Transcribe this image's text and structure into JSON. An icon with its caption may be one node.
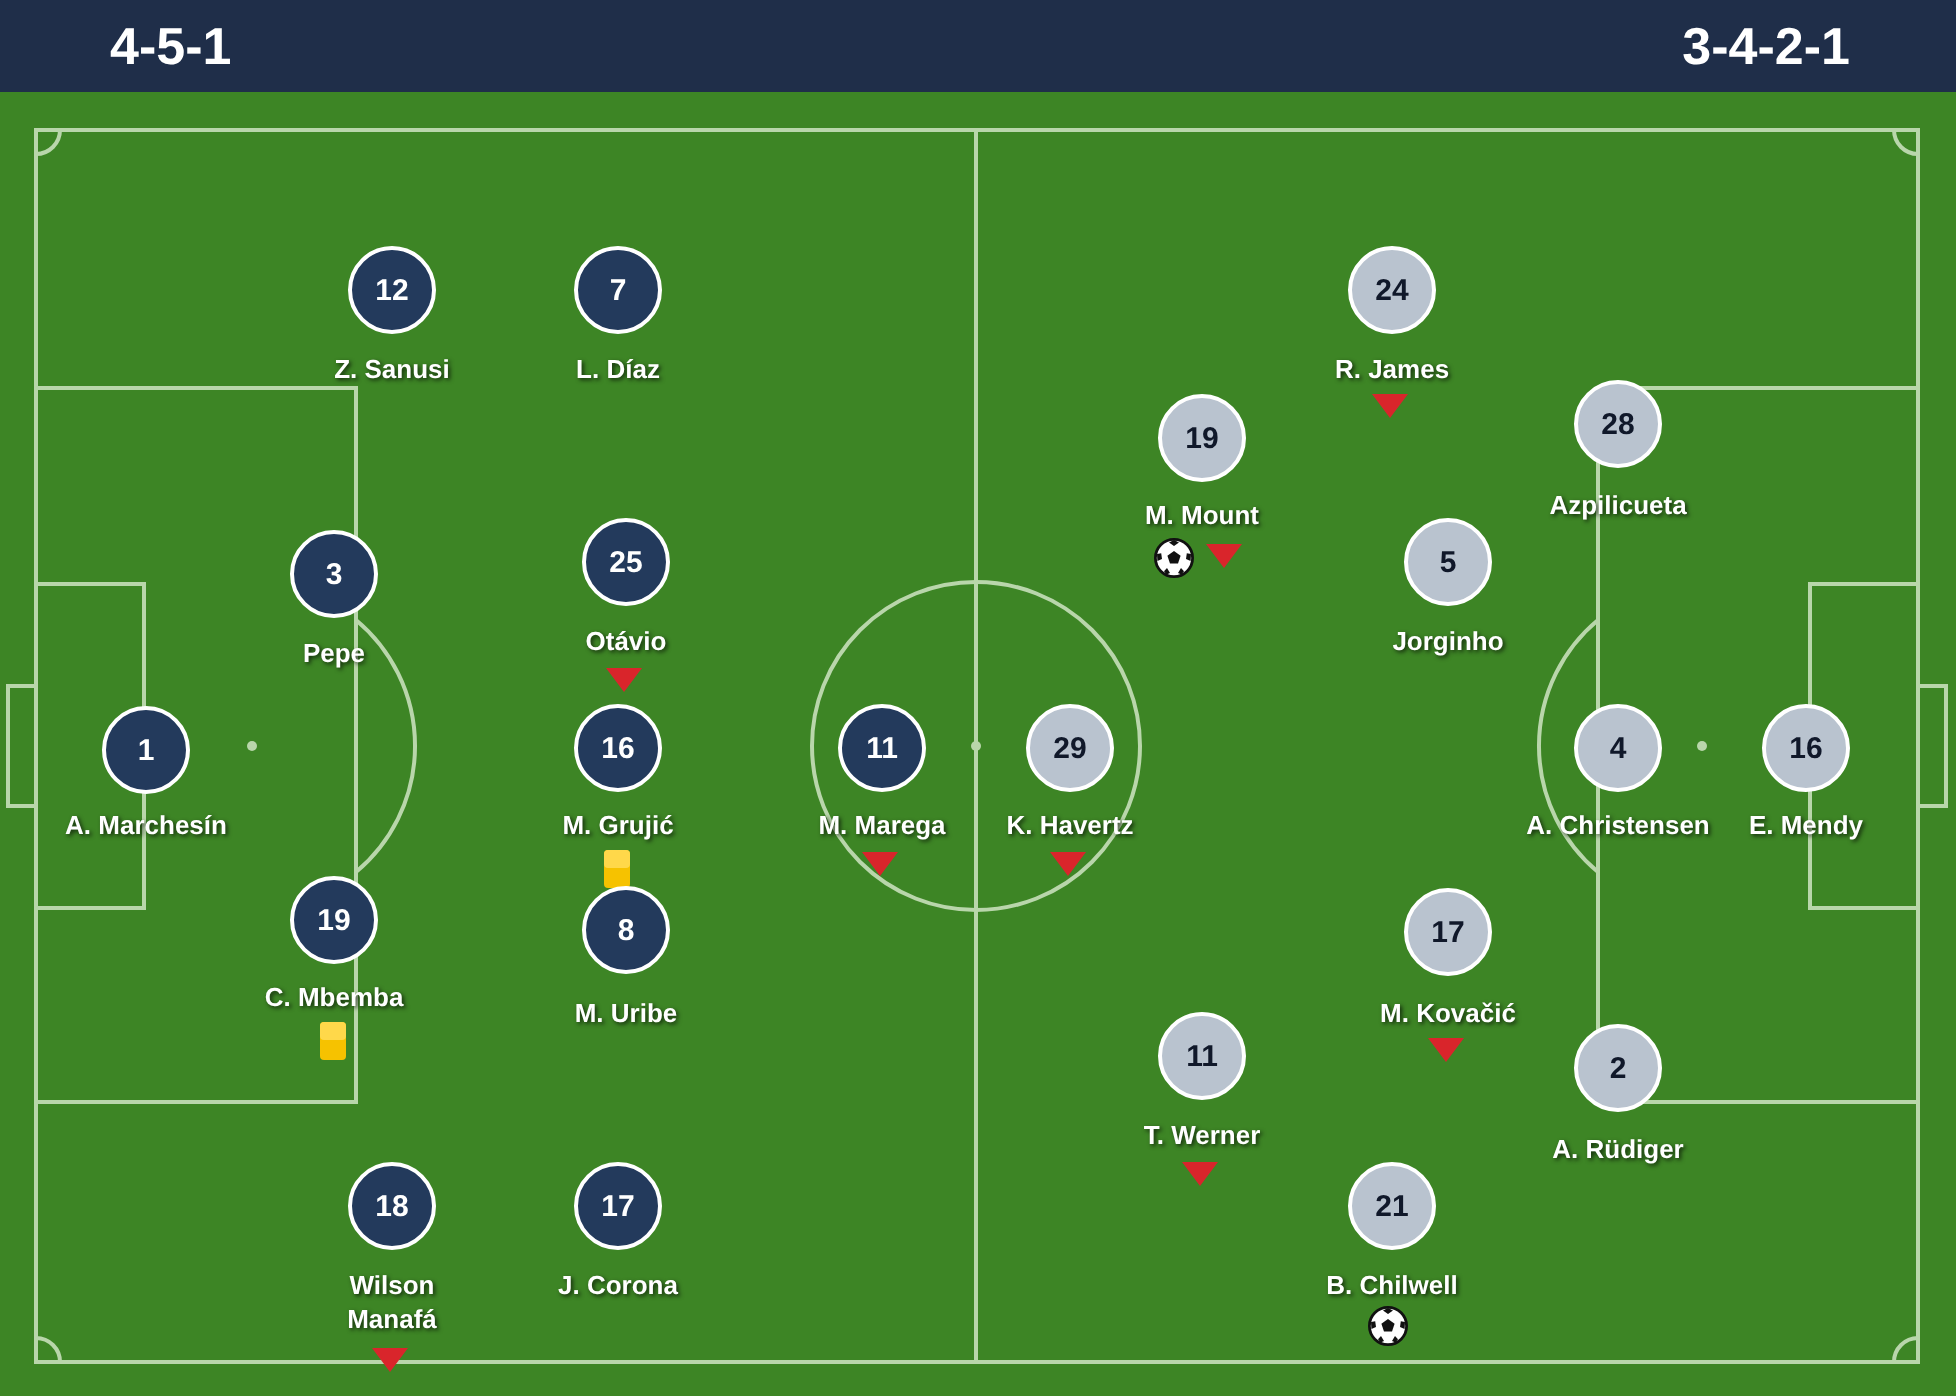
{
  "diagram": {
    "nodes": [
      {
        "text": [
          "1"
        ],
        "beside": [
          "A. Marchesín"
        ]
      },
      {
        "text": [
          "12"
        ],
        "beside": [
          "Z. Sanusi"
        ]
      },
      {
        "text": [
          "7"
        ],
        "beside": [
          "L. Díaz"
        ]
      },
      {
        "text": [
          "3"
        ],
        "beside": [
          "Pepe"
        ]
      },
      {
        "text": [
          "25"
        ],
        "beside": [
          "Otávio"
        ]
      },
      {
        "text": [
          "16"
        ],
        "beside": [
          "M. Grujić"
        ]
      },
      {
        "text": [
          "19"
        ],
        "beside": [
          "C. Mbemba"
        ]
      },
      {
        "text": [
          "8"
        ],
        "beside": [
          "M. Uribe"
        ]
      },
      {
        "text": [
          "18"
        ],
        "beside": [
          "Wilson Manafá"
        ]
      },
      {
        "text": [
          "17"
        ],
        "beside": [
          "J. Corona"
        ]
      },
      {
        "text": [
          "11"
        ],
        "beside": [
          "M. Marega"
        ]
      },
      {
        "text": [
          "29"
        ],
        "beside": [
          "K. Havertz"
        ]
      },
      {
        "text": [
          "19"
        ],
        "beside": [
          "M. Mount"
        ]
      },
      {
        "text": [
          "11"
        ],
        "beside": [
          "T. Werner"
        ]
      },
      {
        "text": [
          "24"
        ],
        "beside": [
          "R. James"
        ]
      },
      {
        "text": [
          "21"
        ],
        "beside": [
          "B. Chilwell"
        ]
      },
      {
        "text": [
          "5"
        ],
        "beside": [
          "Jorginho"
        ]
      },
      {
        "text": [
          "17"
        ],
        "beside": [
          "M. Kovačić"
        ]
      },
      {
        "text": [
          "28"
        ],
        "beside": [
          "Azpilicueta"
        ]
      },
      {
        "text": [
          "4"
        ],
        "beside": [
          "A. Christensen"
        ]
      },
      {
        "text": [
          "2"
        ],
        "beside": [
          "A. Rüdiger"
        ]
      },
      {
        "text": [
          "16"
        ],
        "beside": [
          "E. Mendy"
        ]
      }
    ],
    "labels": [
      "4-5-1",
      "3-4-2-1"
    ]
  }
}
